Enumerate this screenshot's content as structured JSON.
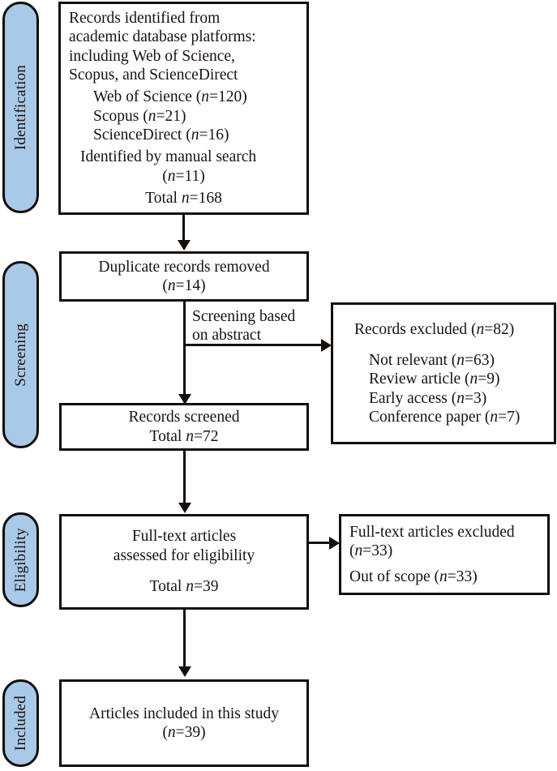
{
  "diagram": {
    "title": "PRISMA study selection flow diagram",
    "accent_pill_color": "#a9c9e9",
    "border_color": "#150f0c",
    "background_color": "#ffffff"
  },
  "stages": [
    {
      "id": "identification",
      "label": "Identification"
    },
    {
      "id": "screening",
      "label": "Screening"
    },
    {
      "id": "eligibility",
      "label": "Eligibility"
    },
    {
      "id": "included",
      "label": "Included"
    }
  ],
  "boxes": {
    "identified": {
      "heading_l1": "Records identified from",
      "heading_l2": "academic database platforms:",
      "heading_l3": "including Web of Science,",
      "heading_l4": "Scopus, and ScienceDirect",
      "source_1": "Web of Science (",
      "source_1_n": "n",
      "source_1_val": "=120)",
      "source_2": "Scopus (",
      "source_2_n": "n",
      "source_2_val": "=21)",
      "source_3": "ScienceDirect (",
      "source_3_n": "n",
      "source_3_val": "=16)",
      "manual_l1": "Identified by manual search",
      "manual_l2_open": "(",
      "manual_l2_n": "n",
      "manual_l2_val": "=11)",
      "total_label": "Total ",
      "total_n": "n",
      "total_val": "=168"
    },
    "duplicates": {
      "line_1": "Duplicate records removed",
      "line_2_open": "(",
      "line_2_n": "n",
      "line_2_val": "=14)"
    },
    "records_excluded": {
      "heading": "Records excluded (",
      "heading_n": "n",
      "heading_val": "=82)",
      "reason_1": "Not relevant (",
      "reason_1_n": "n",
      "reason_1_val": "=63)",
      "reason_2": "Review article (",
      "reason_2_n": "n",
      "reason_2_val": "=9)",
      "reason_3": "Early access (",
      "reason_3_n": "n",
      "reason_3_val": "=3)",
      "reason_4": "Conference paper (",
      "reason_4_n": "n",
      "reason_4_val": "=7)"
    },
    "records_screened": {
      "line_1": "Records screened",
      "line_2_label": "Total ",
      "line_2_n": "n",
      "line_2_val": "=72"
    },
    "fulltext_assessed": {
      "line_1": "Full-text articles",
      "line_2": "assessed for eligibility",
      "total_label": "Total ",
      "total_n": "n",
      "total_val": "=39"
    },
    "fulltext_excluded": {
      "line_1": "Full-text articles excluded",
      "line_2_open": "(",
      "line_2_n": "n",
      "line_2_val": "=33)",
      "line_3": "Out of scope (",
      "line_3_n": "n",
      "line_3_val": "=33)"
    },
    "included": {
      "line_1": "Articles included in this study",
      "line_2_open": "(",
      "line_2_n": "n",
      "line_2_val": "=39)"
    }
  },
  "edge_labels": {
    "screening_basis_l1": "Screening based",
    "screening_basis_l2": "on abstract"
  }
}
